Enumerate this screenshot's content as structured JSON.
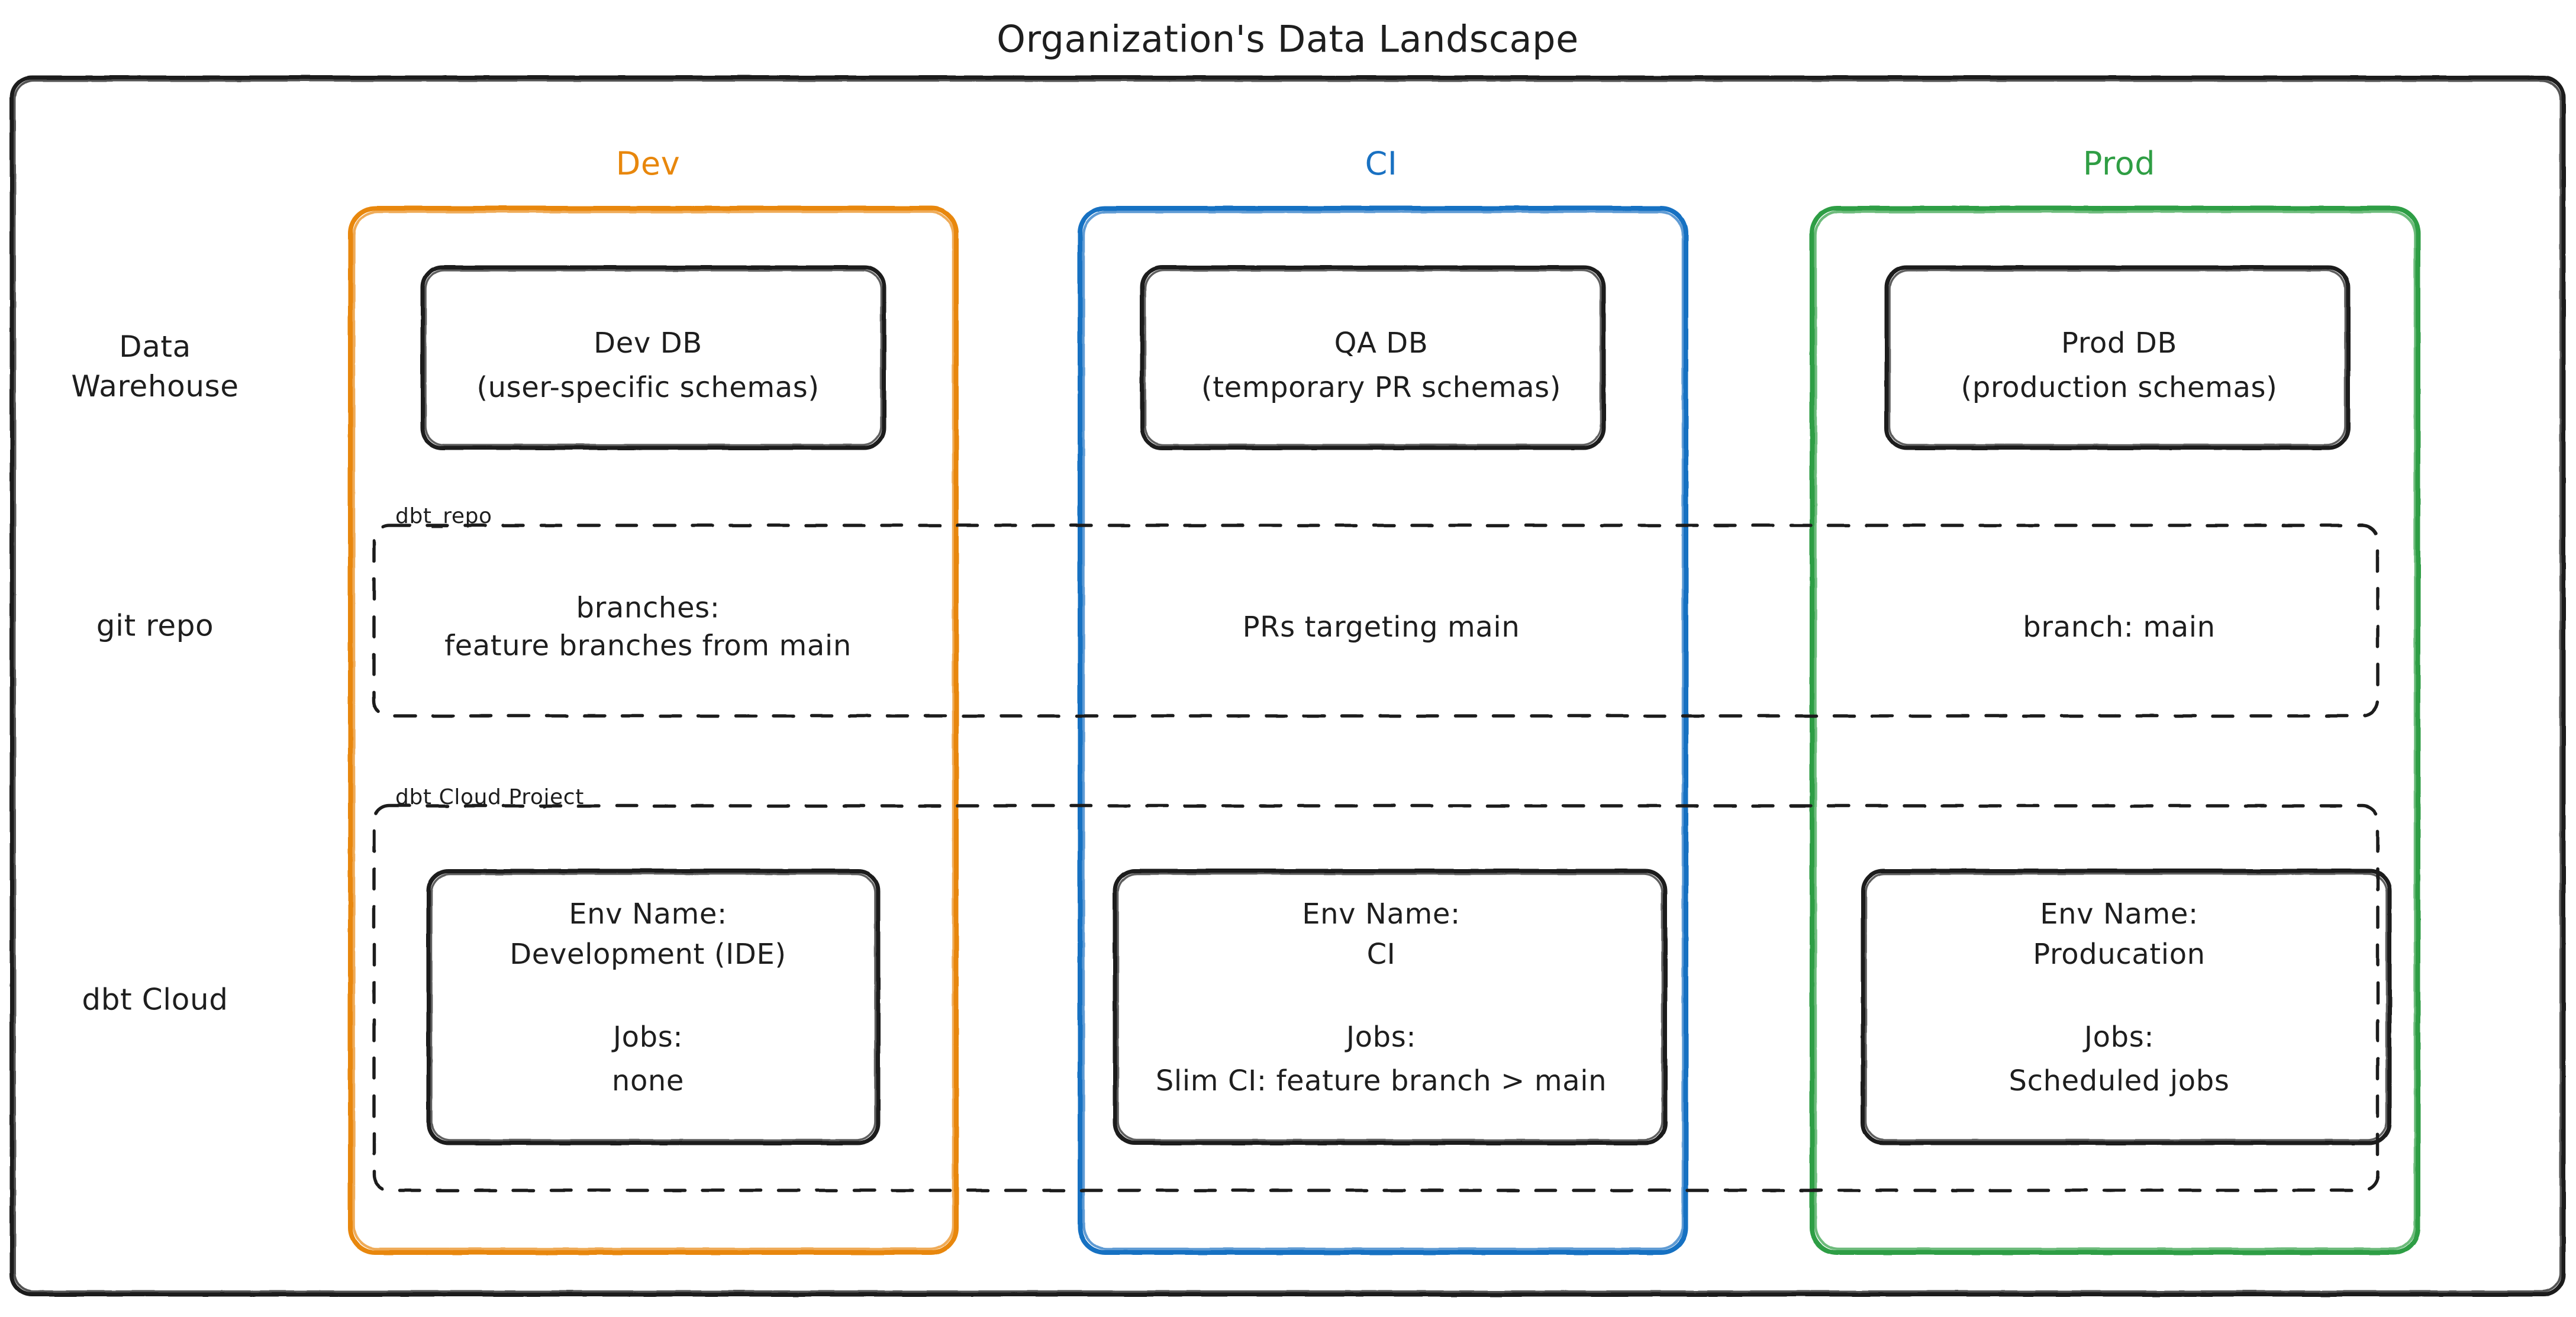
{
  "title": "Organization's Data Landscape",
  "colors": {
    "dev": "#e8870c",
    "ci": "#1971c2",
    "prod": "#2f9e44",
    "stroke": "#1e1e1e",
    "background": "#ffffff"
  },
  "columns": [
    {
      "key": "dev",
      "label": "Dev"
    },
    {
      "key": "ci",
      "label": "CI"
    },
    {
      "key": "prod",
      "label": "Prod"
    }
  ],
  "rows": [
    {
      "key": "warehouse",
      "label": "Data\nWarehouse"
    },
    {
      "key": "git",
      "label": "git repo"
    },
    {
      "key": "dbtcloud",
      "label": "dbt Cloud"
    }
  ],
  "groups": [
    {
      "key": "git_repo",
      "label": "dbt_repo"
    },
    {
      "key": "dbt_cloud_project",
      "label": "dbt Cloud Project"
    }
  ],
  "warehouse": {
    "dev": {
      "title": "Dev DB",
      "detail": "(user-specific schemas)"
    },
    "ci": {
      "title": "QA DB",
      "detail": "(temporary PR schemas)"
    },
    "prod": {
      "title": "Prod DB",
      "detail": "(production schemas)"
    }
  },
  "git": {
    "dev": "branches:\nfeature branches from main",
    "ci": "PRs targeting main",
    "prod": "branch: main"
  },
  "dbt_cloud": {
    "dev": {
      "env_name_label": "Env Name:",
      "env_name": "Development (IDE)",
      "jobs_label": "Jobs:",
      "jobs": "none"
    },
    "ci": {
      "env_name_label": "Env Name:",
      "env_name": "CI",
      "jobs_label": "Jobs:",
      "jobs": "Slim CI: feature branch > main"
    },
    "prod": {
      "env_name_label": "Env Name:",
      "env_name": "Producation",
      "jobs_label": "Jobs:",
      "jobs": "Scheduled jobs"
    }
  }
}
